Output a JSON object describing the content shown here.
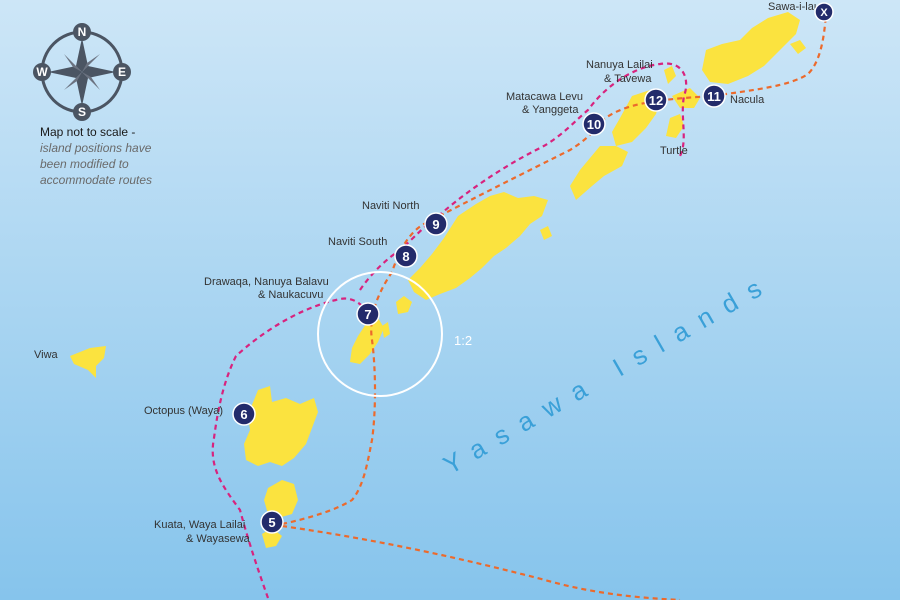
{
  "note": {
    "line1": "Map not to scale -",
    "line2": "island positions have",
    "line3": "been modified to",
    "line4": "accommodate routes"
  },
  "region_label": "Yasawa Islands",
  "scale_label": "1:2",
  "compass": {
    "n": "N",
    "s": "S",
    "e": "E",
    "w": "W"
  },
  "places": {
    "sawa_i_lau": "Sawa-i-lau",
    "nanuya_1": "Nanuya Lailai",
    "nanuya_2": "& Tavewa",
    "matacawa_1": "Matacawa Levu",
    "matacawa_2": "& Yanggeta",
    "nacula": "Nacula",
    "turtle": "Turtle",
    "naviti_north": "Naviti North",
    "naviti_south": "Naviti South",
    "drawaqa_1": "Drawaqa, Nanuya Balavu",
    "drawaqa_2": "& Naukacuvu",
    "viwa": "Viwa",
    "octopus": "Octopus (Waya)",
    "kuata_1": "Kuata, Waya Lailai",
    "kuata_2": "& Wayasewa"
  },
  "markers": {
    "m5": "5",
    "m6": "6",
    "m7": "7",
    "m8": "8",
    "m9": "9",
    "m10": "10",
    "m11": "11",
    "m12": "12",
    "mx": "X"
  },
  "colors": {
    "sea_top": "#cde6f7",
    "sea_bottom": "#86c4ec",
    "island": "#fbe33f",
    "marker": "#232b6b",
    "route_magenta": "#d8237e",
    "route_orange": "#ec6a2c"
  }
}
